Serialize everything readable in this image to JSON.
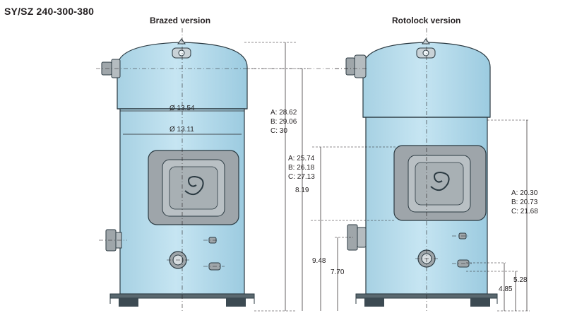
{
  "title": "SY/SZ 240-300-380",
  "headings": {
    "brazed": "Brazed version",
    "rotolock": "Rotolock version"
  },
  "brazed": {
    "top_diameter": "Ø 13.54",
    "body_diameter": "Ø 13.11",
    "height_A": "A: 28.62",
    "height_B": "B: 29.06",
    "height_C": "C: 30",
    "suction_A": "A: 25.74",
    "suction_B": "B: 26.18",
    "suction_C": "C: 27.13",
    "discharge_height": "8.19"
  },
  "rotolock": {
    "suction_lower": "9.48",
    "discharge_lower": "7.70",
    "height_A": "A: 20.30",
    "height_B": "B: 20.73",
    "height_C": "C: 21.68",
    "oil_upper": "5.28",
    "oil_lower": "4.85"
  },
  "colors": {
    "shell": "#b8dceb",
    "shell_edge": "#2b3a42",
    "panel": "#9ea5aa",
    "feet": "#3c4a52"
  }
}
